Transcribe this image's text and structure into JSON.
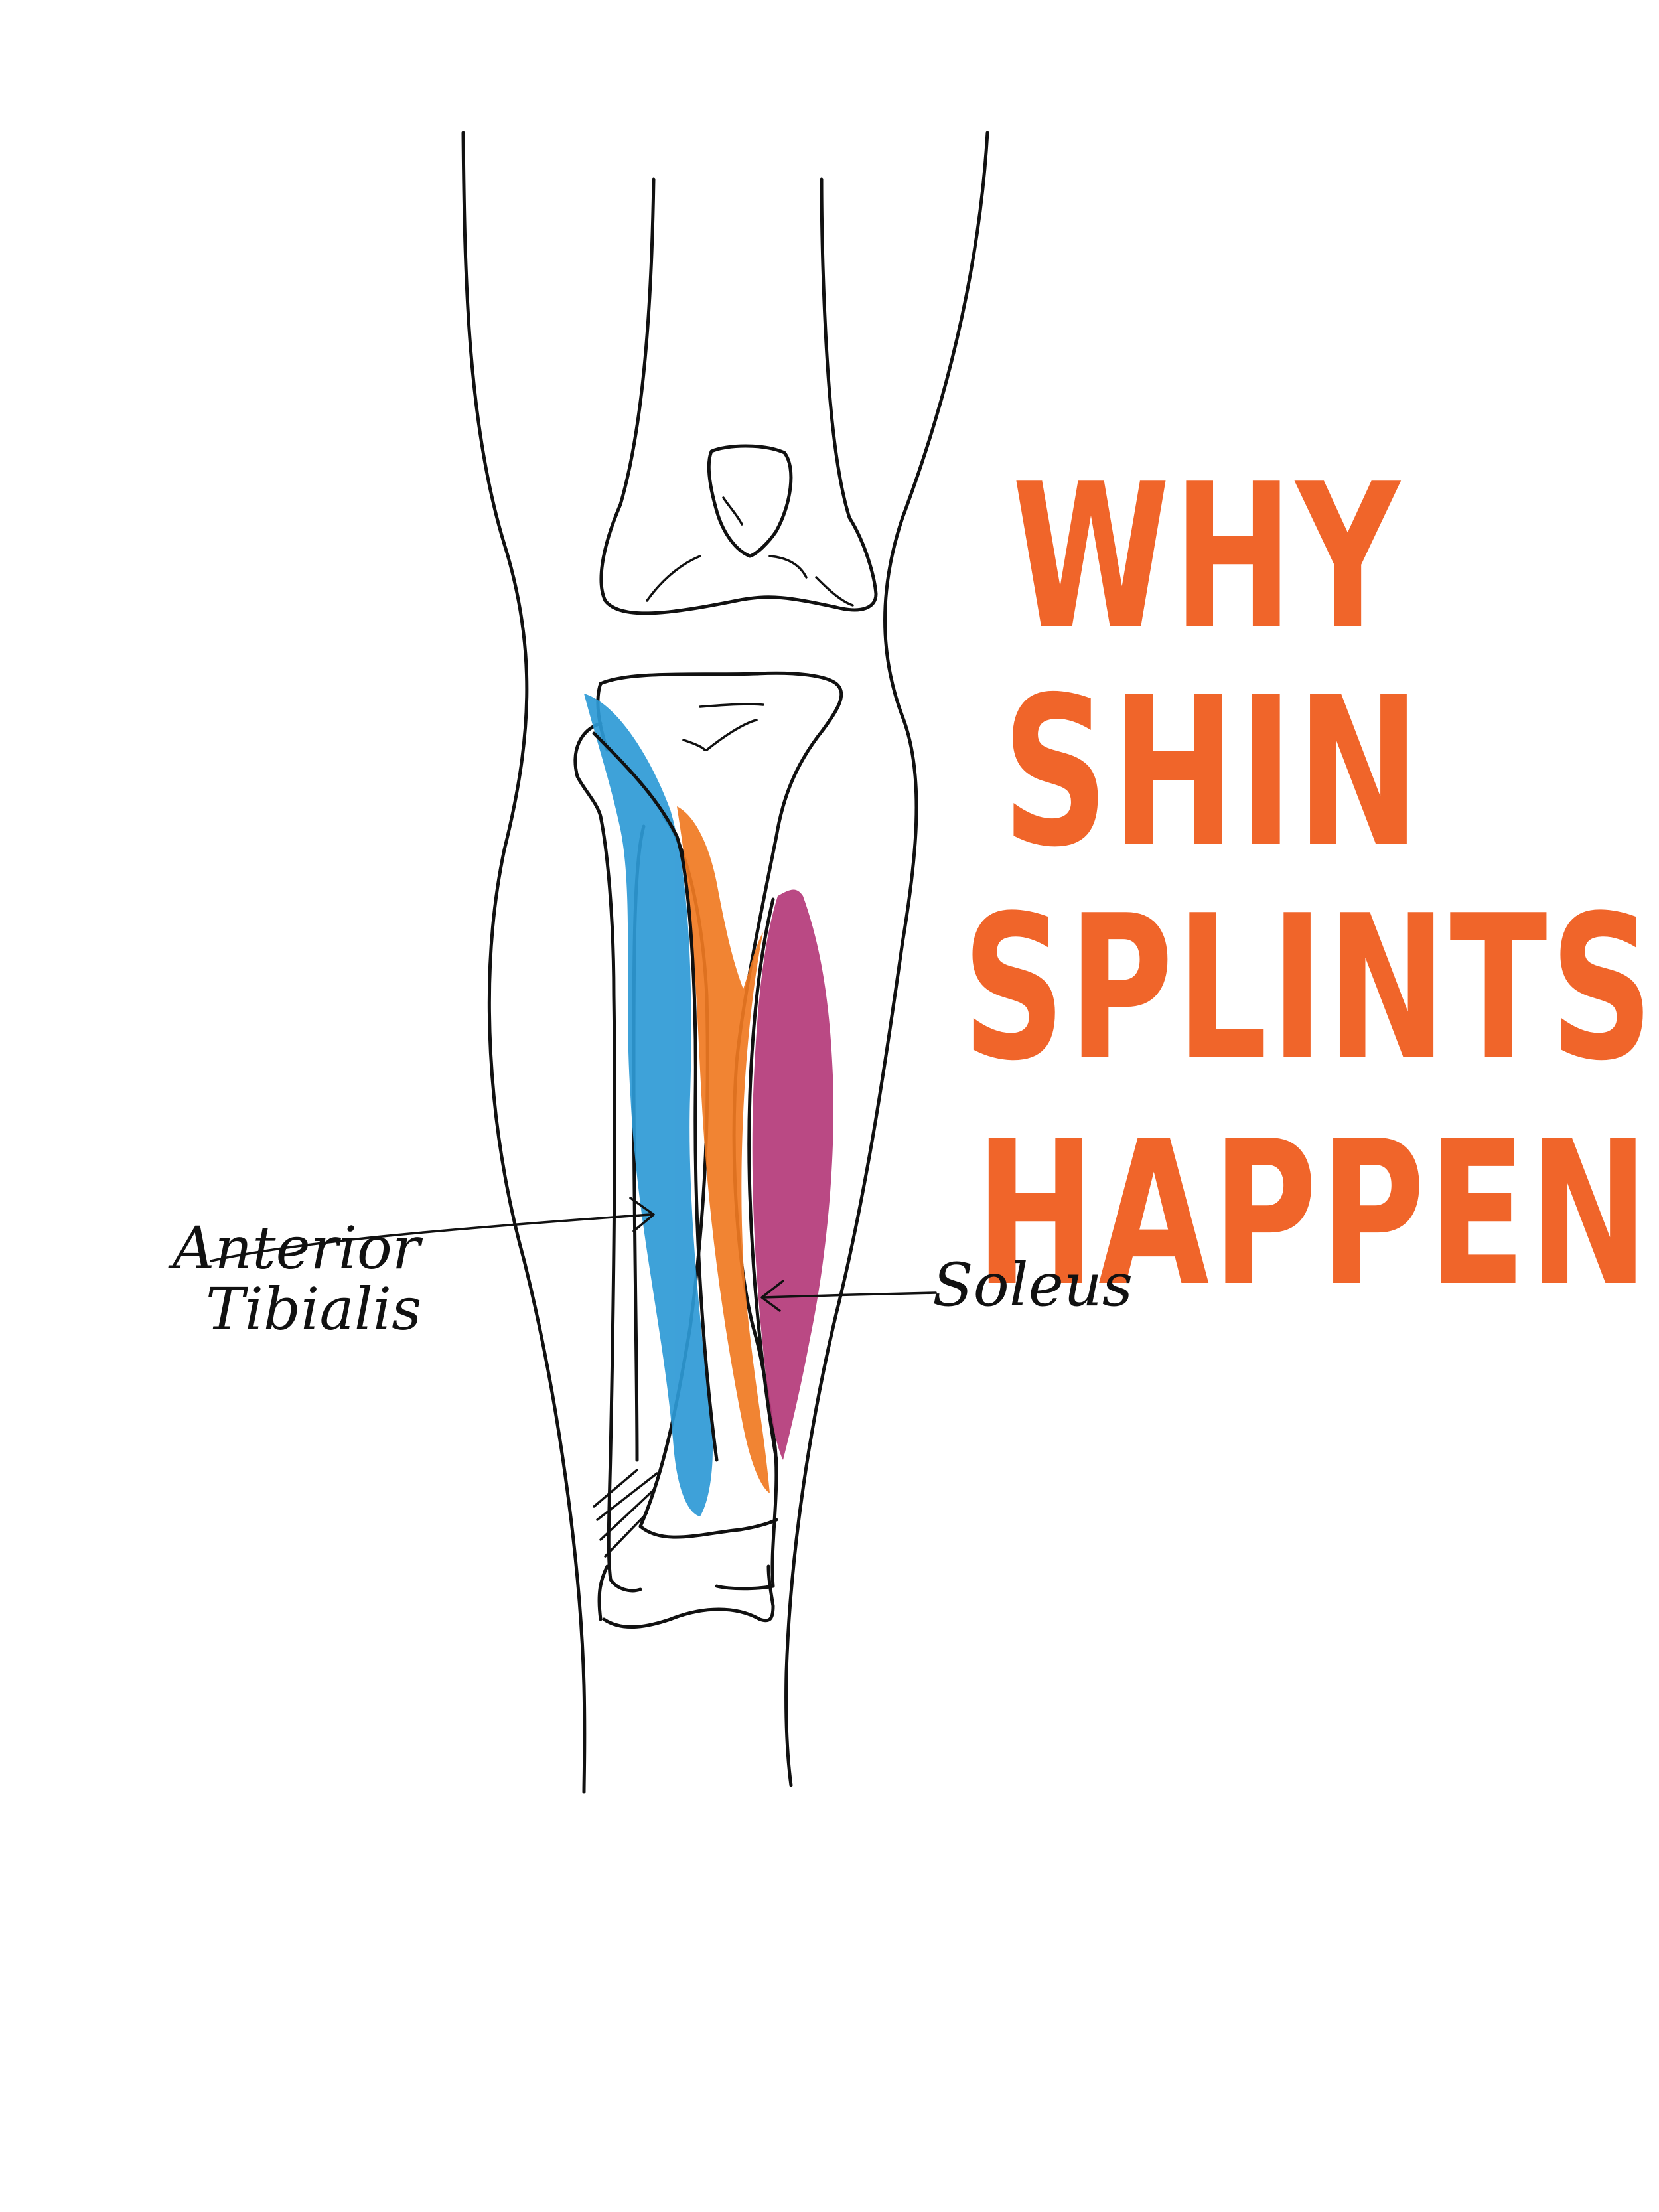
{
  "title": {
    "lines": [
      "WHY",
      "SHIN",
      "SPLINTS",
      "HAPPEN"
    ],
    "color": "#F0652A"
  },
  "labels": {
    "anterior_tibialis": {
      "line1": "Anterior",
      "line2": "Tibialis",
      "color": "#2E9AD6"
    },
    "soleus": {
      "text": "Soleus",
      "color": "#B53A7A"
    }
  },
  "muscles": {
    "tibialis_color": "#2E9AD6",
    "extensor_color": "#F07A22",
    "soleus_color": "#B53A7A"
  },
  "ink_color": "#111111",
  "paper_color": "#FFFFFF"
}
